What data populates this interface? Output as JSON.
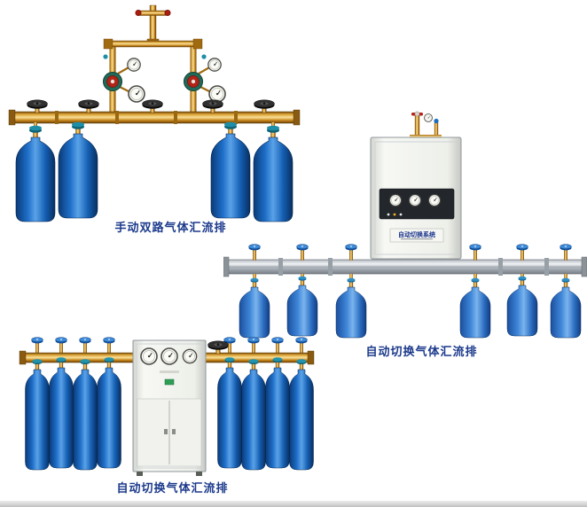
{
  "page": {
    "background": "#ffffff"
  },
  "products": [
    {
      "id": "manual-dual-manifold",
      "caption": "手动双路气体汇流排"
    },
    {
      "id": "auto-switch-manifold-wall",
      "caption": "自动切换气体汇流排",
      "cabinet_label": "自动切换系统"
    },
    {
      "id": "auto-switch-manifold-floor",
      "caption": "自动切换气体汇流排"
    }
  ],
  "colors": {
    "caption_text": "#1c3a8c",
    "brass": "#c8901e",
    "cylinder_blue": "#1565c0",
    "aluminum": "#b6bcc2",
    "cabinet": "#f2f3ef"
  }
}
